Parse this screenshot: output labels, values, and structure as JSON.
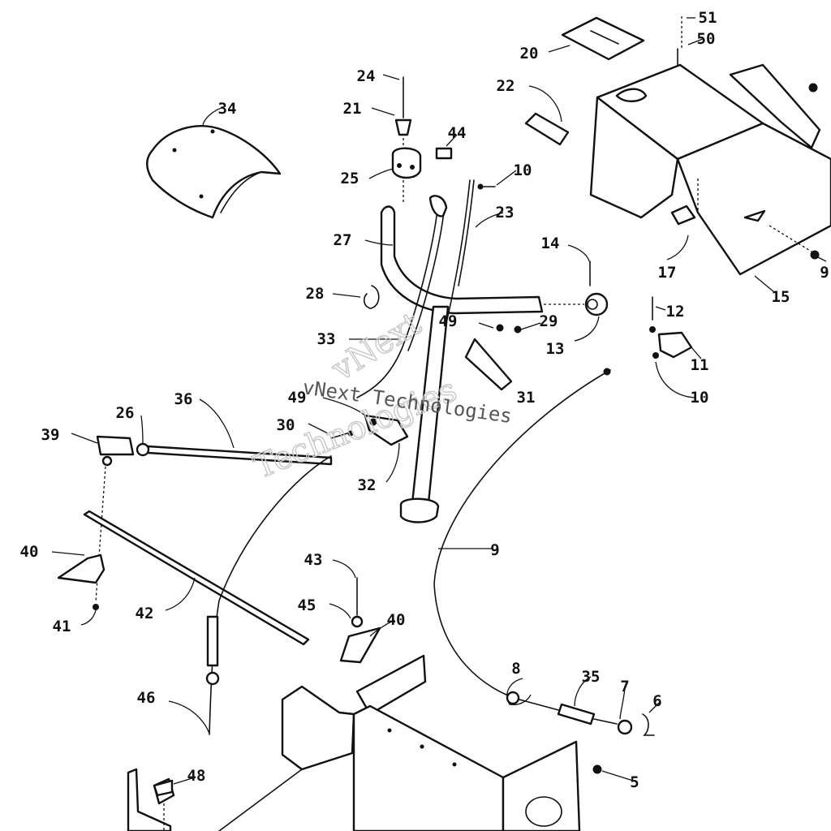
{
  "figure": {
    "watermark": {
      "brand": "vNext",
      "company": "Technologies",
      "line": "vNext Technologies"
    },
    "callouts": [
      {
        "id": "c51",
        "label": "51"
      },
      {
        "id": "c50",
        "label": "50"
      },
      {
        "id": "c20",
        "label": "20"
      },
      {
        "id": "c24",
        "label": "24"
      },
      {
        "id": "c22",
        "label": "22"
      },
      {
        "id": "c34",
        "label": "34"
      },
      {
        "id": "c21",
        "label": "21"
      },
      {
        "id": "c44",
        "label": "44"
      },
      {
        "id": "c25",
        "label": "25"
      },
      {
        "id": "c10a",
        "label": "10"
      },
      {
        "id": "c23",
        "label": "23"
      },
      {
        "id": "c27",
        "label": "27"
      },
      {
        "id": "c14",
        "label": "14"
      },
      {
        "id": "c17",
        "label": "17"
      },
      {
        "id": "c15",
        "label": "15"
      },
      {
        "id": "c9b",
        "label": "9"
      },
      {
        "id": "c28",
        "label": "28"
      },
      {
        "id": "c12",
        "label": "12"
      },
      {
        "id": "c49a",
        "label": "49"
      },
      {
        "id": "c29",
        "label": "29"
      },
      {
        "id": "c33",
        "label": "33"
      },
      {
        "id": "c13",
        "label": "13"
      },
      {
        "id": "c11",
        "label": "11"
      },
      {
        "id": "c10b",
        "label": "10"
      },
      {
        "id": "c36",
        "label": "36"
      },
      {
        "id": "c49b",
        "label": "49"
      },
      {
        "id": "c31",
        "label": "31"
      },
      {
        "id": "c26",
        "label": "26"
      },
      {
        "id": "c39",
        "label": "39"
      },
      {
        "id": "c30",
        "label": "30"
      },
      {
        "id": "c32",
        "label": "32"
      },
      {
        "id": "c9",
        "label": "9"
      },
      {
        "id": "c40a",
        "label": "40"
      },
      {
        "id": "c43",
        "label": "43"
      },
      {
        "id": "c45",
        "label": "45"
      },
      {
        "id": "c40b",
        "label": "40"
      },
      {
        "id": "c41",
        "label": "41"
      },
      {
        "id": "c42",
        "label": "42"
      },
      {
        "id": "c8",
        "label": "8"
      },
      {
        "id": "c35",
        "label": "35"
      },
      {
        "id": "c7",
        "label": "7"
      },
      {
        "id": "c6",
        "label": "6"
      },
      {
        "id": "c46",
        "label": "46"
      },
      {
        "id": "c48",
        "label": "48"
      },
      {
        "id": "c5",
        "label": "5"
      }
    ]
  }
}
